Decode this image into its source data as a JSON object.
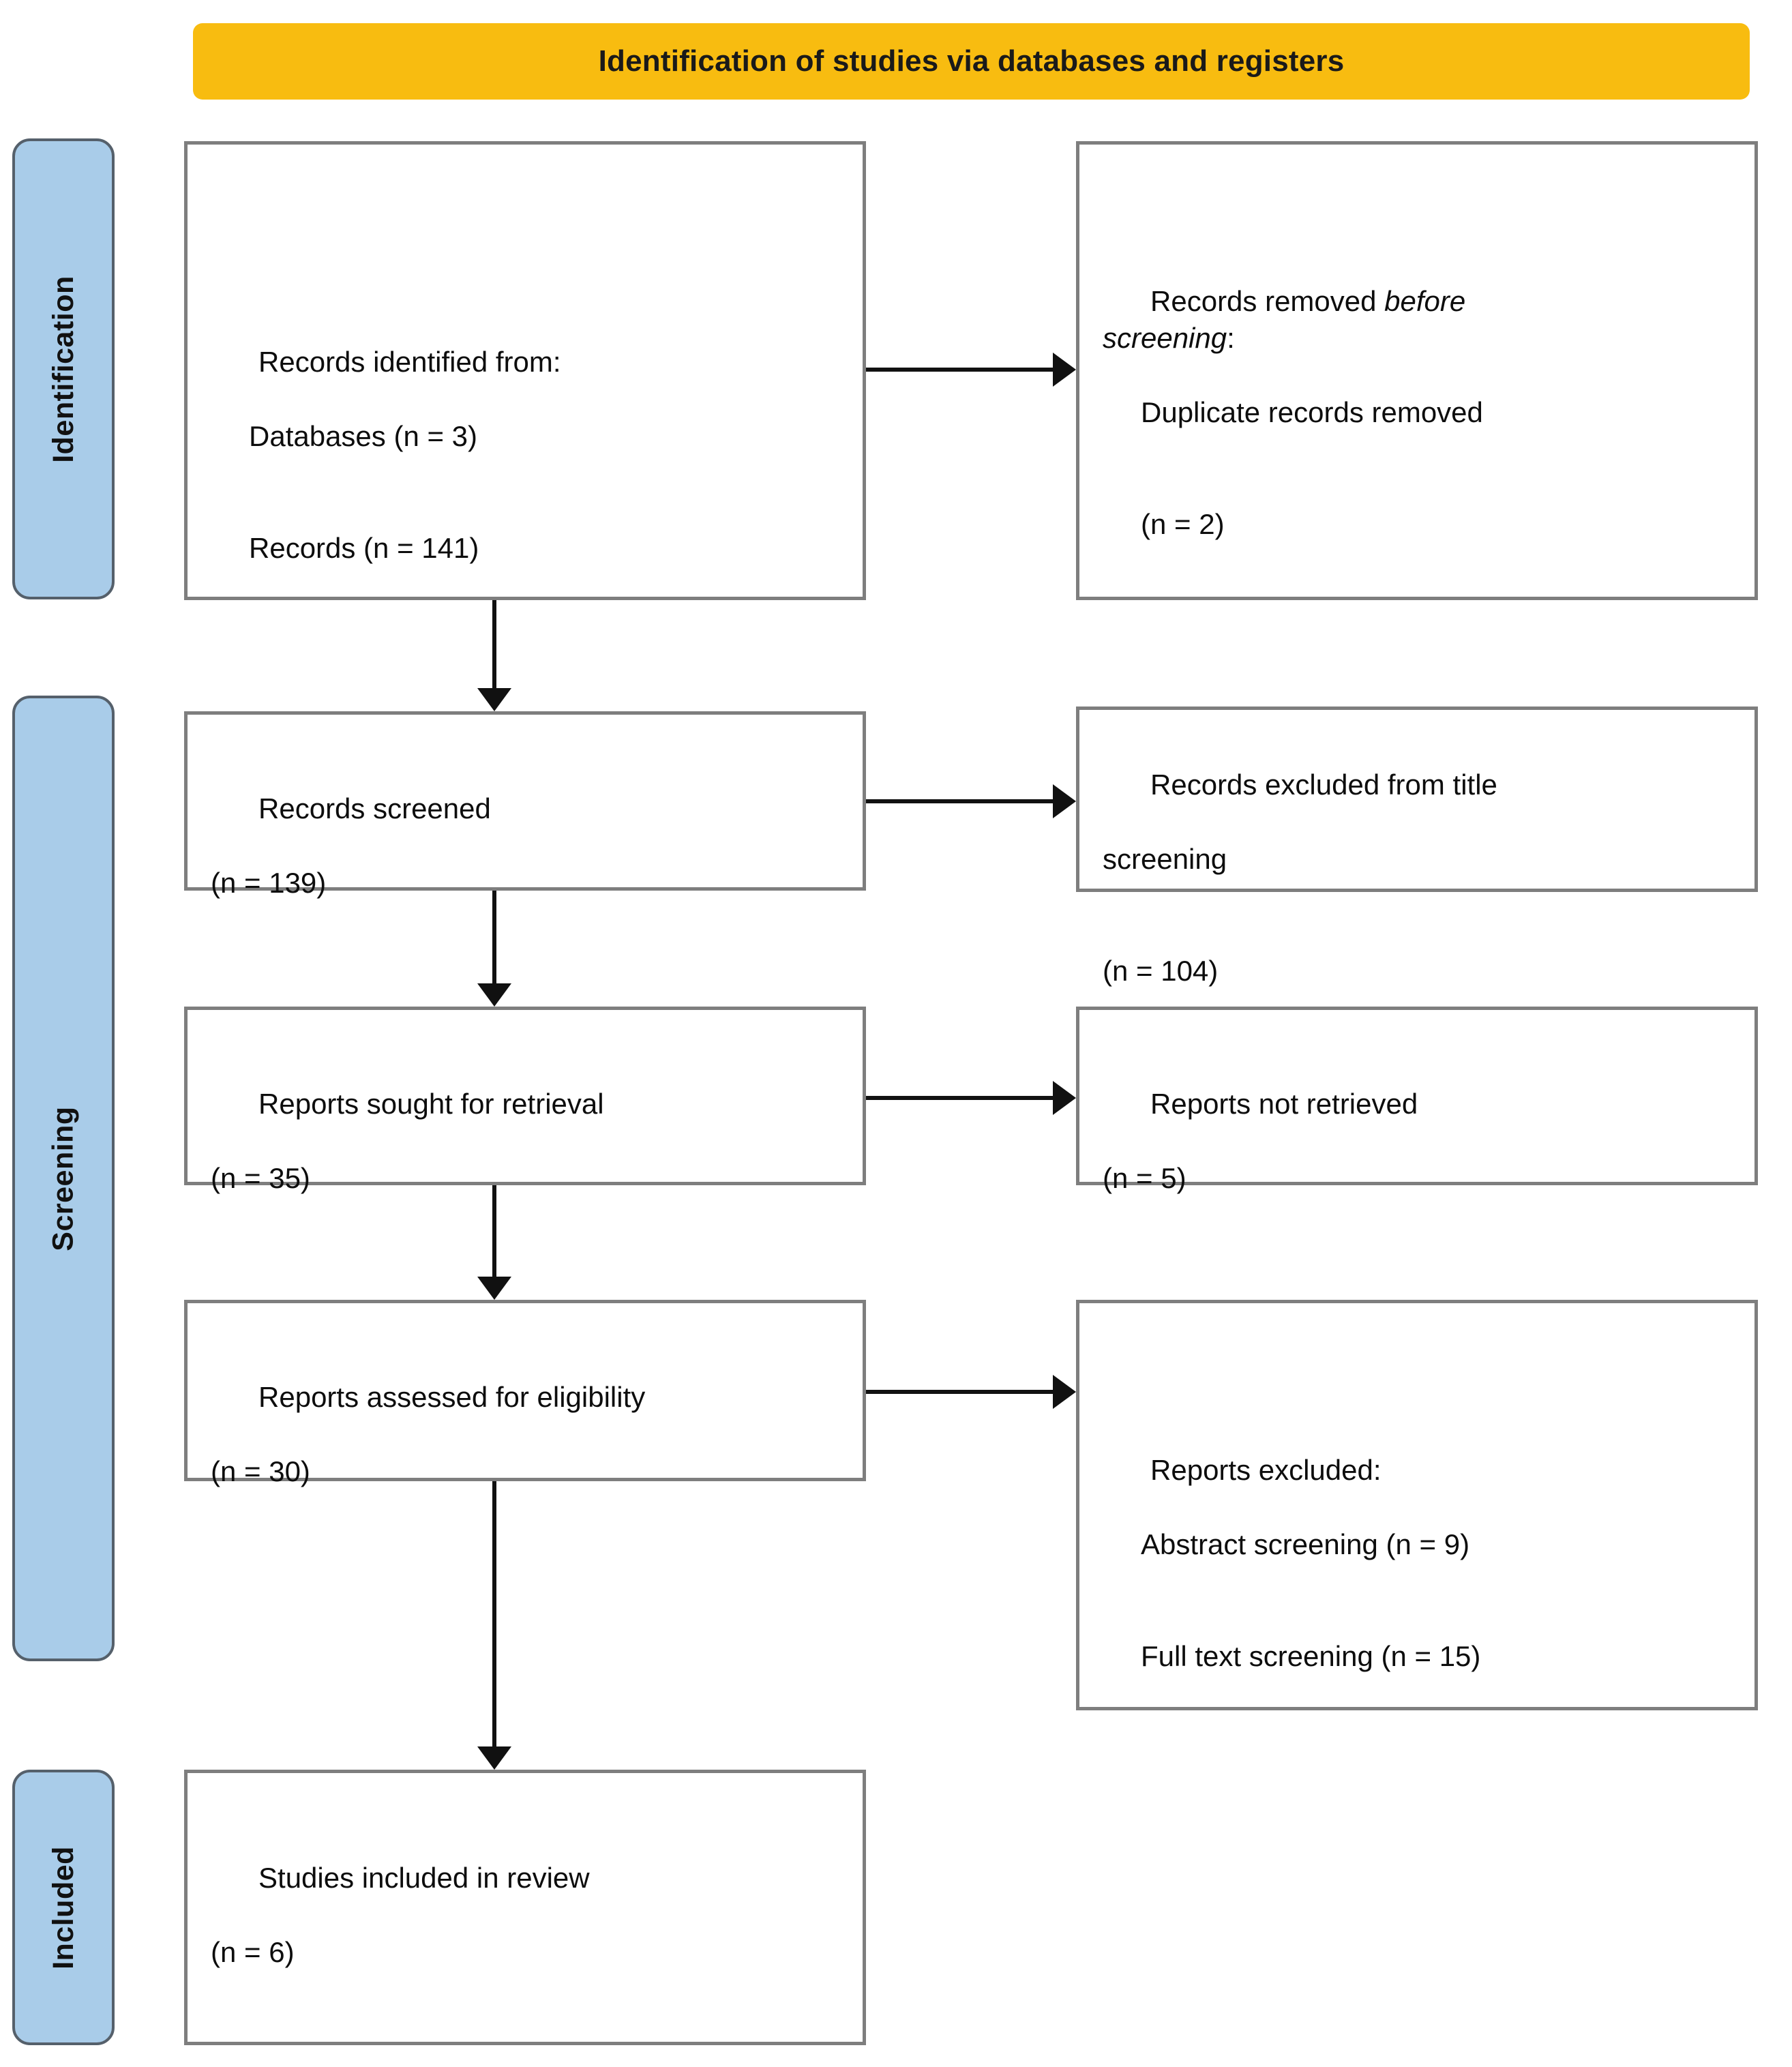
{
  "diagram": {
    "type": "prisma-flow-diagram",
    "header": {
      "title": "Identification of studies via databases and registers",
      "background_color": "#F8BC10"
    },
    "phases": [
      {
        "id": "identification",
        "label": "Identification",
        "color": "#A9CCE9"
      },
      {
        "id": "screening",
        "label": "Screening",
        "color": "#A9CCE9"
      },
      {
        "id": "included",
        "label": "Included",
        "color": "#A9CCE9"
      }
    ],
    "boxes": {
      "records_identified": {
        "line1": "Records identified from:",
        "line2": "Databases (n = 3)",
        "line3": "Records (n = 141)"
      },
      "records_removed": {
        "line1_prefix": "Records removed ",
        "line1_italic": "before",
        "line2_italic": "screening",
        "line2_suffix": ":",
        "line3": "Duplicate records removed",
        "line4": "(n = 2)"
      },
      "records_screened": {
        "line1": "Records screened",
        "line2": "(n = 139)"
      },
      "records_excluded": {
        "line1": "Records excluded from title",
        "line2": "screening",
        "line3": "(n = 104)"
      },
      "reports_sought": {
        "line1": "Reports sought for retrieval",
        "line2": "(n = 35)"
      },
      "reports_not_retrieved": {
        "line1": "Reports not retrieved",
        "line2": "(n = 5)"
      },
      "reports_assessed": {
        "line1": "Reports assessed for eligibility",
        "line2": "(n = 30)"
      },
      "reports_excluded": {
        "line1": "Reports excluded:",
        "line2": "Abstract screening (n = 9)",
        "line3": "Full text screening (n = 15)"
      },
      "studies_included": {
        "line1": "Studies included in review",
        "line2": "(n = 6)"
      }
    },
    "counts": {
      "databases": 3,
      "records_identified": 141,
      "duplicates_removed": 2,
      "records_screened": 139,
      "records_excluded_title": 104,
      "reports_sought": 35,
      "reports_not_retrieved": 5,
      "reports_assessed": 30,
      "excluded_abstract_screening": 9,
      "excluded_full_text_screening": 15,
      "studies_included": 6
    },
    "colors": {
      "header": "#F8BC10",
      "phase_pill": "#A9CCE9",
      "phase_pill_border": "#55606B",
      "box_border": "#7E7E7E",
      "box_fill": "#FFFFFF",
      "arrow": "#111111",
      "text": "#0D0D0D"
    }
  }
}
